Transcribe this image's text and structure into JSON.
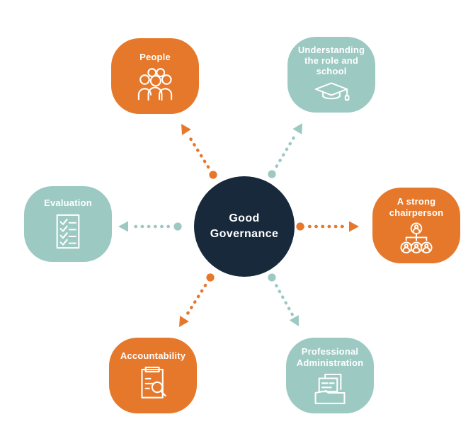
{
  "diagram": {
    "type": "hub-and-spoke",
    "center": {
      "label": "Good Governance"
    },
    "colors": {
      "orange": "#E6782B",
      "teal": "#9DC9C3",
      "navy": "#17293B",
      "text": "#FFFFFF",
      "background": "#FFFFFF"
    },
    "nodes": [
      {
        "id": "people",
        "label": "People",
        "color": "orange",
        "icon": "people-group-icon",
        "position": "top-left"
      },
      {
        "id": "understanding",
        "label": "Understanding the role and school",
        "color": "teal",
        "icon": "graduation-cap-icon",
        "position": "top-right"
      },
      {
        "id": "evaluation",
        "label": "Evaluation",
        "color": "teal",
        "icon": "checklist-icon",
        "position": "left"
      },
      {
        "id": "chairperson",
        "label": "A strong chairperson",
        "color": "orange",
        "icon": "org-chart-icon",
        "position": "right"
      },
      {
        "id": "accountability",
        "label": "Accountability",
        "color": "orange",
        "icon": "document-magnifier-icon",
        "position": "bottom-left"
      },
      {
        "id": "professional",
        "label": "Professional Administration",
        "color": "teal",
        "icon": "folder-documents-icon",
        "position": "bottom-right"
      }
    ],
    "connectors": [
      {
        "from": "center",
        "to": "people",
        "color": "orange",
        "style": "dotted-arrow"
      },
      {
        "from": "center",
        "to": "understanding",
        "color": "teal",
        "style": "dotted-arrow"
      },
      {
        "from": "center",
        "to": "evaluation",
        "color": "teal",
        "style": "dotted-arrow"
      },
      {
        "from": "center",
        "to": "chairperson",
        "color": "orange",
        "style": "dotted-arrow"
      },
      {
        "from": "center",
        "to": "accountability",
        "color": "orange",
        "style": "dotted-arrow"
      },
      {
        "from": "center",
        "to": "professional",
        "color": "teal",
        "style": "dotted-arrow"
      }
    ]
  }
}
